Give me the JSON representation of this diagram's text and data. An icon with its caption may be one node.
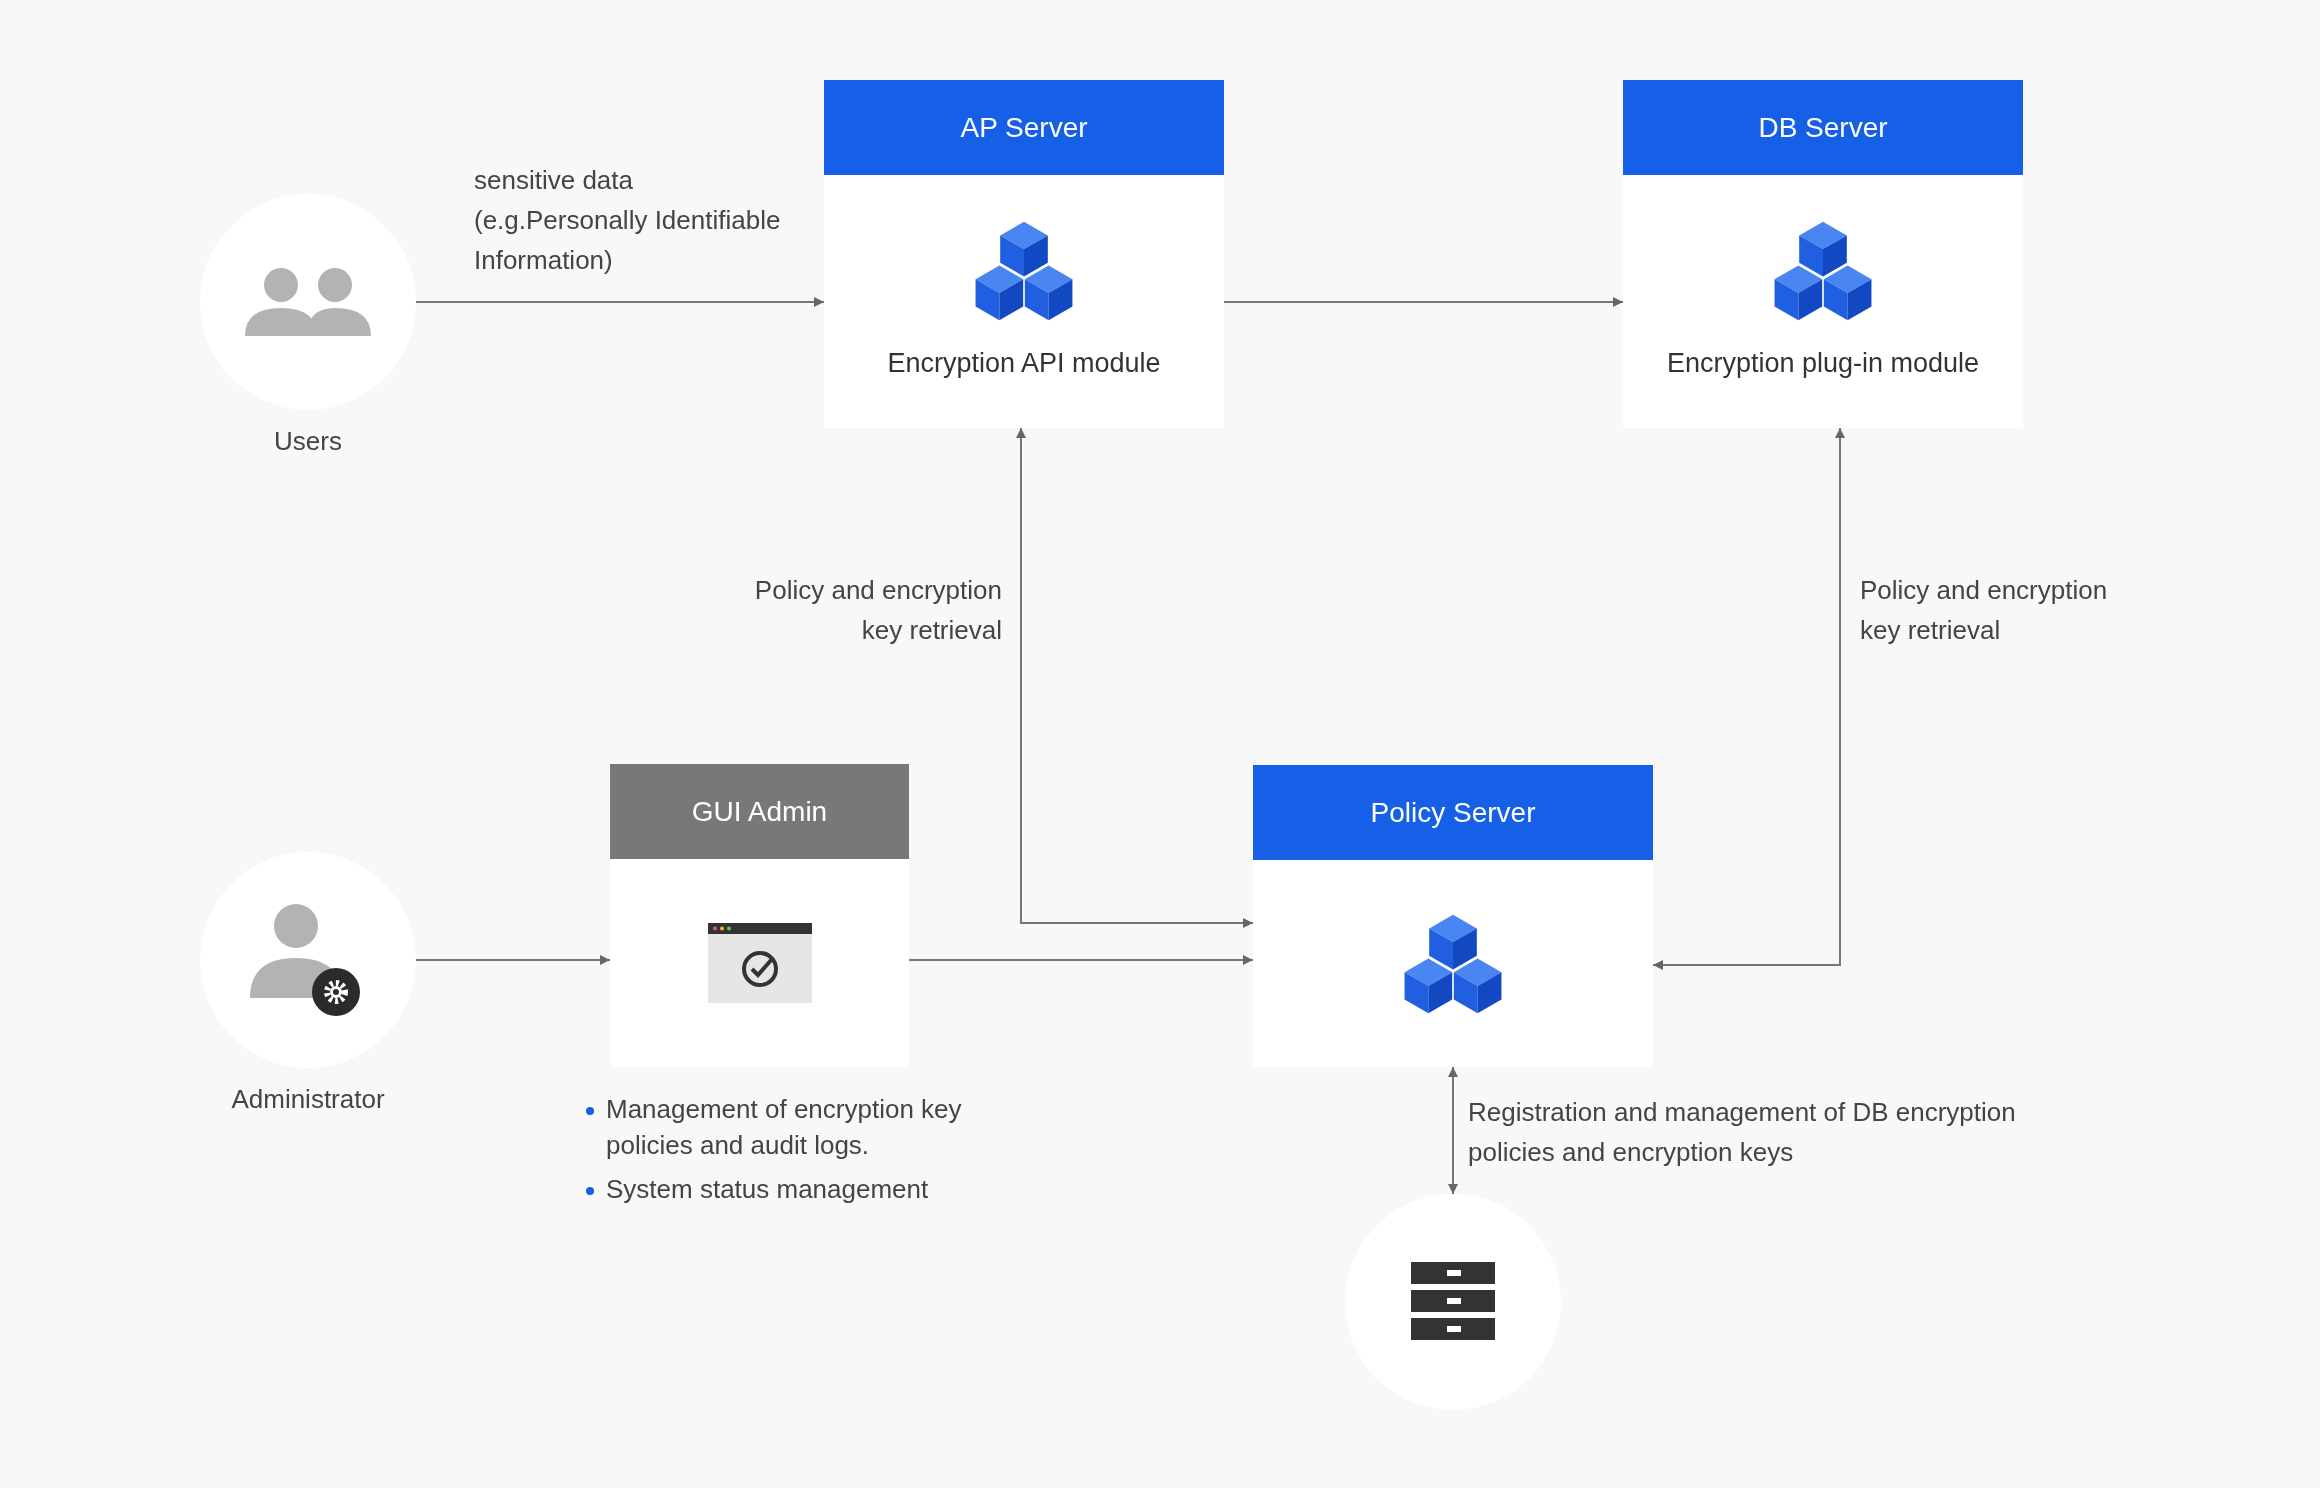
{
  "diagram": {
    "nodes": [
      {
        "text": [
          "Users"
        ]
      },
      {
        "text": [
          "AP Server",
          "Encryption API module"
        ]
      },
      {
        "text": [
          "DB Server",
          "Encryption plug-in module"
        ]
      },
      {
        "text": [
          "Administrator"
        ]
      },
      {
        "text": [
          "GUI Admin"
        ],
        "beside": [
          "Management of encryption key policies and audit logs.",
          "System status management"
        ]
      },
      {
        "text": [
          "Policy Server"
        ]
      },
      {
        "text": [],
        "shape": "circle"
      }
    ],
    "edges": [
      {
        "from": 0,
        "to": 1,
        "arrow": "to",
        "label": "sensitive data (e.g.Personally Identifiable Information)"
      },
      {
        "from": 1,
        "to": 2,
        "arrow": "to"
      },
      {
        "from": 1,
        "to": 5,
        "arrow": "both",
        "label": "Policy and encryption key retrieval"
      },
      {
        "from": 2,
        "to": 5,
        "arrow": "both",
        "label": "Policy and encryption key retrieval"
      },
      {
        "from": 3,
        "to": 4,
        "arrow": "to"
      },
      {
        "from": 4,
        "to": 5,
        "arrow": "to"
      },
      {
        "from": 5,
        "to": 6,
        "arrow": "both",
        "label": "Registration and management of DB encryption policies and encryption keys"
      }
    ]
  }
}
